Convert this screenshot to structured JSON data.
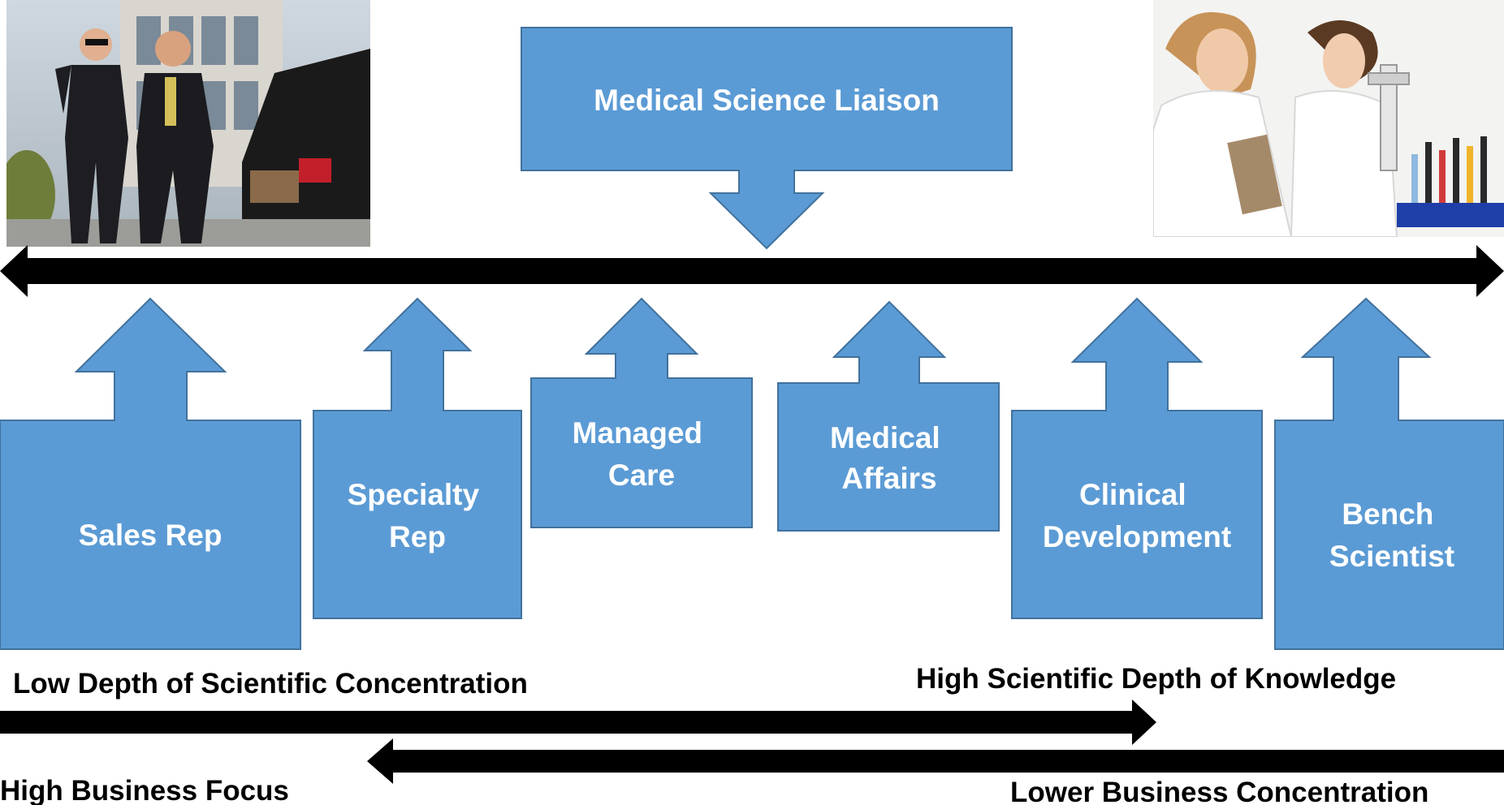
{
  "top_role": {
    "label": "Medical Science Liaison"
  },
  "roles": [
    {
      "id": "sales-rep",
      "lines": [
        "Sales Rep"
      ]
    },
    {
      "id": "specialty-rep",
      "lines": [
        "Specialty",
        "Rep"
      ]
    },
    {
      "id": "managed-care",
      "lines": [
        "Managed",
        "Care"
      ]
    },
    {
      "id": "medical-affairs",
      "lines": [
        "Medical",
        "Affairs"
      ]
    },
    {
      "id": "clinical-development",
      "lines": [
        "Clinical",
        "Development"
      ]
    },
    {
      "id": "bench-scientist",
      "lines": [
        "Bench",
        "Scientist"
      ]
    }
  ],
  "labels": {
    "low_depth": "Low Depth of Scientific Concentration",
    "high_depth": "High Scientific Depth of Knowledge",
    "high_business": "High Business Focus",
    "lower_business": "Lower Business Concentration"
  },
  "colors": {
    "box_fill": "#5b9bd5",
    "box_stroke": "#41719c",
    "arrow": "#000000"
  }
}
